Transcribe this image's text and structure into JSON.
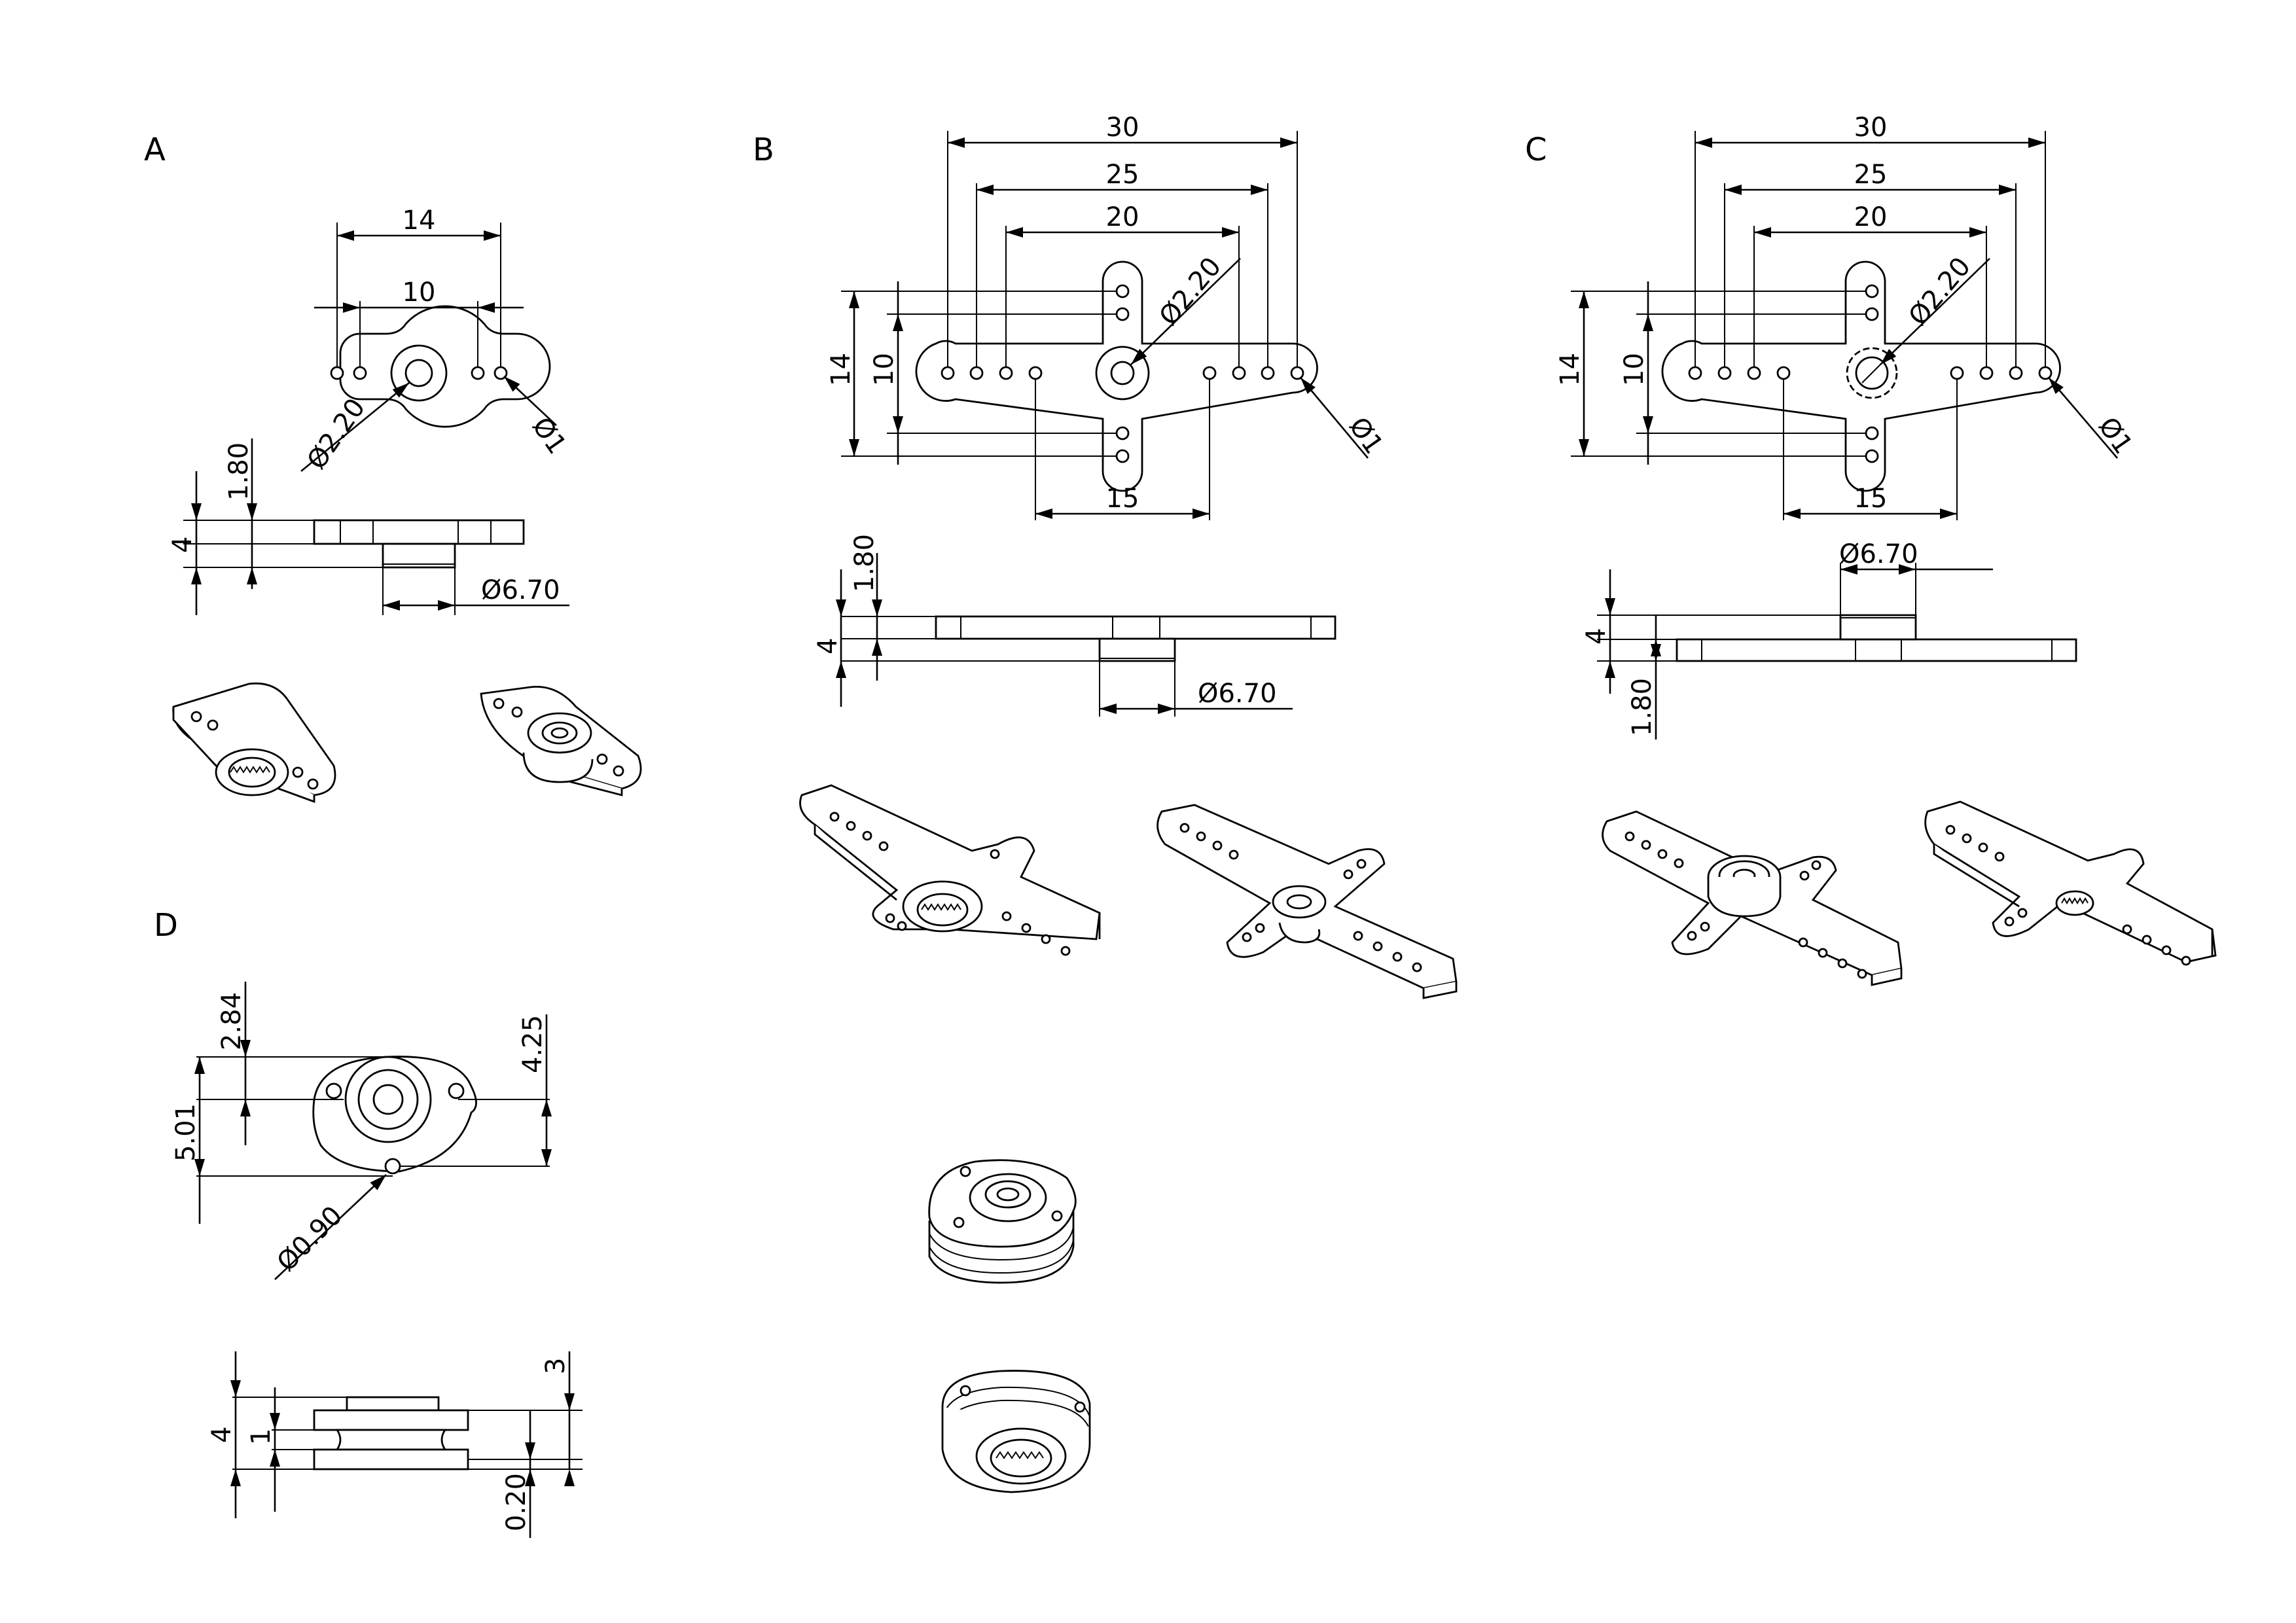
{
  "labels": {
    "A": "A",
    "B": "B",
    "C": "C",
    "D": "D"
  },
  "A": {
    "d14": "14",
    "d10": "10",
    "dia220": "Ø2.20",
    "dia1": "Ø1",
    "d180": "1.80",
    "d4": "4",
    "dia670": "Ø6.70"
  },
  "B": {
    "d30": "30",
    "d25": "25",
    "d20": "20",
    "dia220": "Ø2.20",
    "d14": "14",
    "d10": "10",
    "dia1": "Ø1",
    "d15": "15",
    "d180": "1.80",
    "d4": "4",
    "dia670": "Ø6.70"
  },
  "C": {
    "d30": "30",
    "d25": "25",
    "d20": "20",
    "dia220": "Ø2.20",
    "d14": "14",
    "d10": "10",
    "dia1": "Ø1",
    "d15": "15",
    "dia670": "Ø6.70",
    "d4": "4",
    "d180": "1.80"
  },
  "D": {
    "d284": "2.84",
    "d425": "4.25",
    "d501": "5.01",
    "dia090": "Ø0.90",
    "d3": "3",
    "d4": "4",
    "d1": "1",
    "d020": "0.20"
  }
}
